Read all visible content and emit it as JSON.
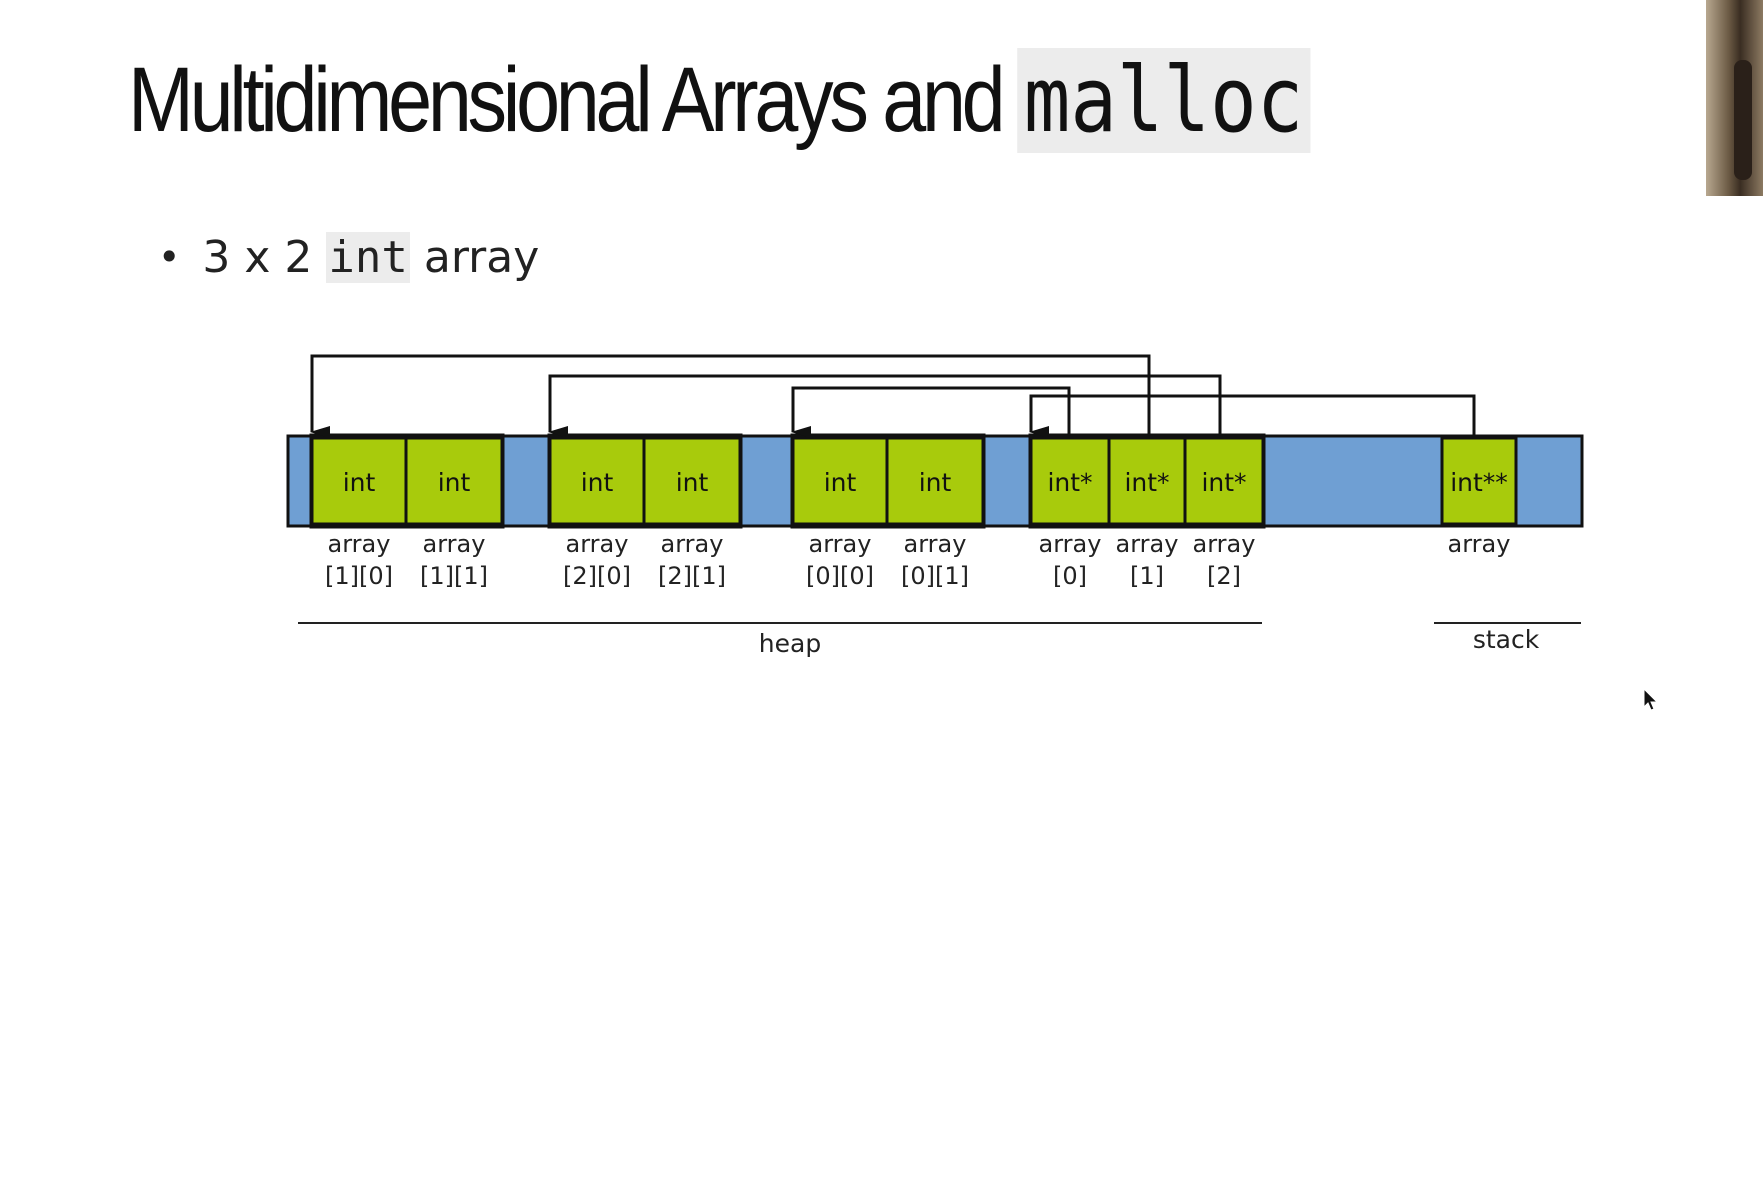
{
  "title": {
    "text": "Multidimensional Arrays and",
    "code": "malloc"
  },
  "bullet": {
    "pre": "3 x 2",
    "code": "int",
    "post": "array"
  },
  "colors": {
    "memory": "#6f9fd3",
    "cell": "#a8cb0c",
    "border": "#111111"
  },
  "diagram": {
    "heap_label": "heap",
    "stack_label": "stack",
    "cells": [
      {
        "text": "int",
        "label1": "array",
        "label2": "[1][0]"
      },
      {
        "text": "int",
        "label1": "array",
        "label2": "[1][1]"
      },
      {
        "text": "int",
        "label1": "array",
        "label2": "[2][0]"
      },
      {
        "text": "int",
        "label1": "array",
        "label2": "[2][1]"
      },
      {
        "text": "int",
        "label1": "array",
        "label2": "[0][0]"
      },
      {
        "text": "int",
        "label1": "array",
        "label2": "[0][1]"
      },
      {
        "text": "int*",
        "label1": "array",
        "label2": "[0]"
      },
      {
        "text": "int*",
        "label1": "array",
        "label2": "[1]"
      },
      {
        "text": "int*",
        "label1": "array",
        "label2": "[2]"
      },
      {
        "text": "int**",
        "label1": "array",
        "label2": ""
      }
    ]
  }
}
